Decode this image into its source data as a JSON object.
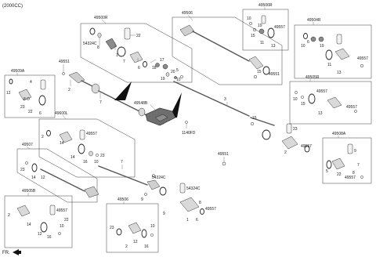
{
  "header": {
    "engine_label": "(2000CC)"
  },
  "corner": {
    "front_label": "FR."
  },
  "boxes": {
    "b49500R": "49500R",
    "b49506": "49506",
    "b49506R": "49506R",
    "b49504R": "49504R",
    "b49505R": "49505R",
    "b49509A": "49509A",
    "b49600L": "49600L",
    "b49507": "49507",
    "b49505B": "49505B",
    "b49506b": "49506",
    "b49508A": "49508A"
  },
  "callouts": [
    "22",
    "8",
    "54324C",
    "1",
    "7",
    "6",
    "18",
    "17",
    "19",
    "20",
    "5",
    "10",
    "49551",
    "2",
    "7",
    "3",
    "49548B",
    "1140FD",
    "15",
    "23",
    "2",
    "49557",
    "49551",
    "10",
    "15",
    "19",
    "11",
    "13",
    "49557",
    "10",
    "6",
    "19",
    "11",
    "13",
    "49557",
    "10",
    "15",
    "49557",
    "13",
    "49557",
    "23",
    "49557",
    "2",
    "14",
    "12",
    "16",
    "10",
    "4",
    "23",
    "8",
    "22",
    "7",
    "5",
    "54324C",
    "9",
    "49557",
    "23",
    "2",
    "14",
    "12",
    "16",
    "10",
    "23",
    "49557",
    "2",
    "14",
    "12",
    "16",
    "10",
    "22",
    "49557",
    "6",
    "9",
    "7",
    "22",
    "49557",
    "5",
    "7",
    "8",
    "6",
    "12",
    "22",
    "23",
    "49557",
    "13",
    "15",
    "49557"
  ]
}
